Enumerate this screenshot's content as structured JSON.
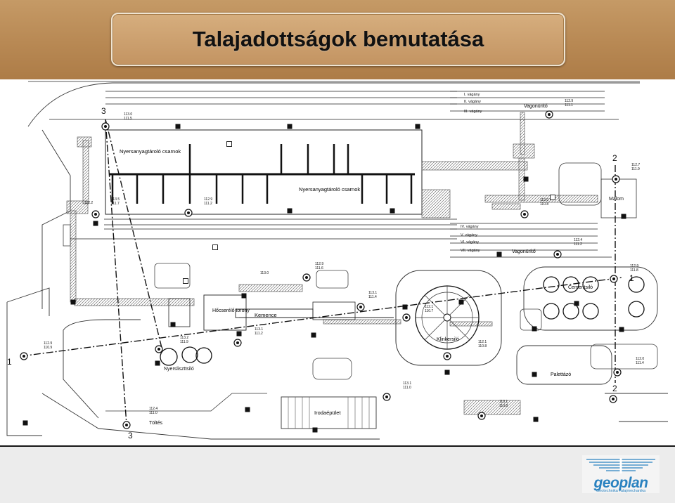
{
  "header": {
    "title": "Talajadottságok bemutatása"
  },
  "logo": {
    "name": "geoplan",
    "subtitle": "Geotechnika  Talajmechanika"
  },
  "plan": {
    "buildings": [
      "Nyersanyagtároló csarnok",
      "Nyersanyagtároló csarnok",
      "Kemence",
      "Hőcserélő torony",
      "Nyersliszttsiló",
      "Klinkersiló",
      "Cementsiló",
      "Palettázó",
      "Irodaépület",
      "Töltés",
      "Malom",
      "Vagonürítő",
      "Vagonürítő"
    ],
    "tracks": [
      "I. vágány",
      "II. vágány",
      "III. vágány",
      "IV. vágány",
      "V. vágány",
      "VI. vágány",
      "VII. vágány"
    ],
    "section_marks": [
      "1",
      "1",
      "2",
      "2",
      "3",
      "3"
    ],
    "elevations": [
      "113.0",
      "112.9",
      "113.5",
      "112.9",
      "113.1",
      "113.2",
      "113.1",
      "112.9",
      "112.4",
      "112.1",
      "112.1",
      "113.1",
      "113.1",
      "112.7",
      "112.9",
      "113.0",
      "112.4",
      "112.9",
      "112.0",
      "113.0",
      "112.2",
      "111.5",
      "111.2",
      "111.7",
      "111.6",
      "111.4",
      "111.9",
      "111.2",
      "110.9",
      "111.0",
      "110.7",
      "110.8",
      "111.0",
      "110.8",
      "111.9",
      "111.1",
      "110.8",
      "111.2",
      "111.8",
      "111.4"
    ]
  }
}
